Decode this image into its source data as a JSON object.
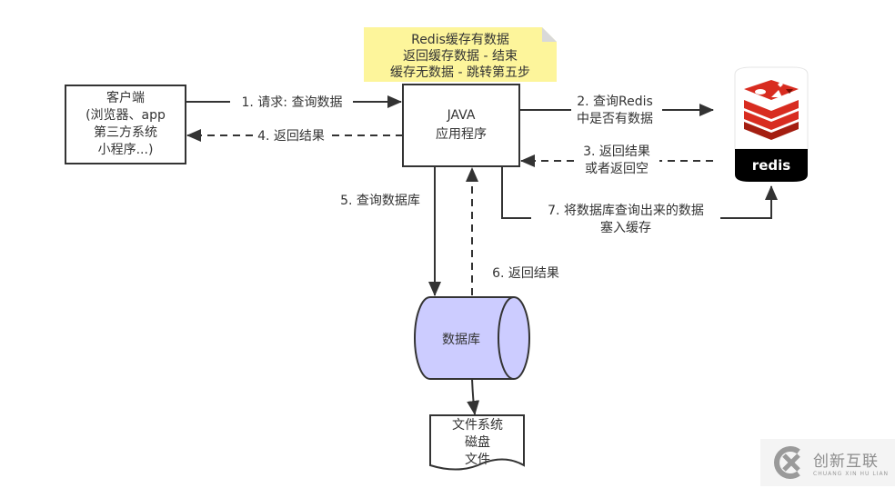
{
  "note": {
    "lines": [
      "Redis缓存有数据",
      "返回缓存数据 - 结束",
      "缓存无数据 - 跳转第五步"
    ],
    "color": "#fdf59b"
  },
  "nodes": {
    "client": {
      "lines": [
        "客户端",
        "(浏览器、app",
        "第三方系统",
        "小程序...)"
      ]
    },
    "java": {
      "lines": [
        "JAVA",
        "应用程序"
      ]
    },
    "redis": {
      "label": "redis",
      "logo_color": "#d82c20"
    },
    "database": {
      "label": "数据库",
      "fill": "#ccccff"
    },
    "filesystem": {
      "lines": [
        "文件系统",
        "磁盘",
        "文件"
      ]
    }
  },
  "edges": {
    "e1": {
      "label": "1. 请求: 查询数据",
      "style": "solid"
    },
    "e2": {
      "lines": [
        "2. 查询Redis",
        "中是否有数据"
      ],
      "style": "solid"
    },
    "e3": {
      "lines": [
        "3. 返回结果",
        "或者返回空"
      ],
      "style": "dashed"
    },
    "e4": {
      "label": "4. 返回结果",
      "style": "dashed"
    },
    "e5": {
      "label": "5. 查询数据库",
      "style": "solid"
    },
    "e6": {
      "label": "6. 返回结果",
      "style": "dashed"
    },
    "e7": {
      "lines": [
        "7. 将数据库查询出来的数据",
        "塞入缓存"
      ],
      "style": "solid"
    }
  },
  "watermark": {
    "name": "创新互联",
    "sub": "CHUANG XIN HU LIAN"
  }
}
